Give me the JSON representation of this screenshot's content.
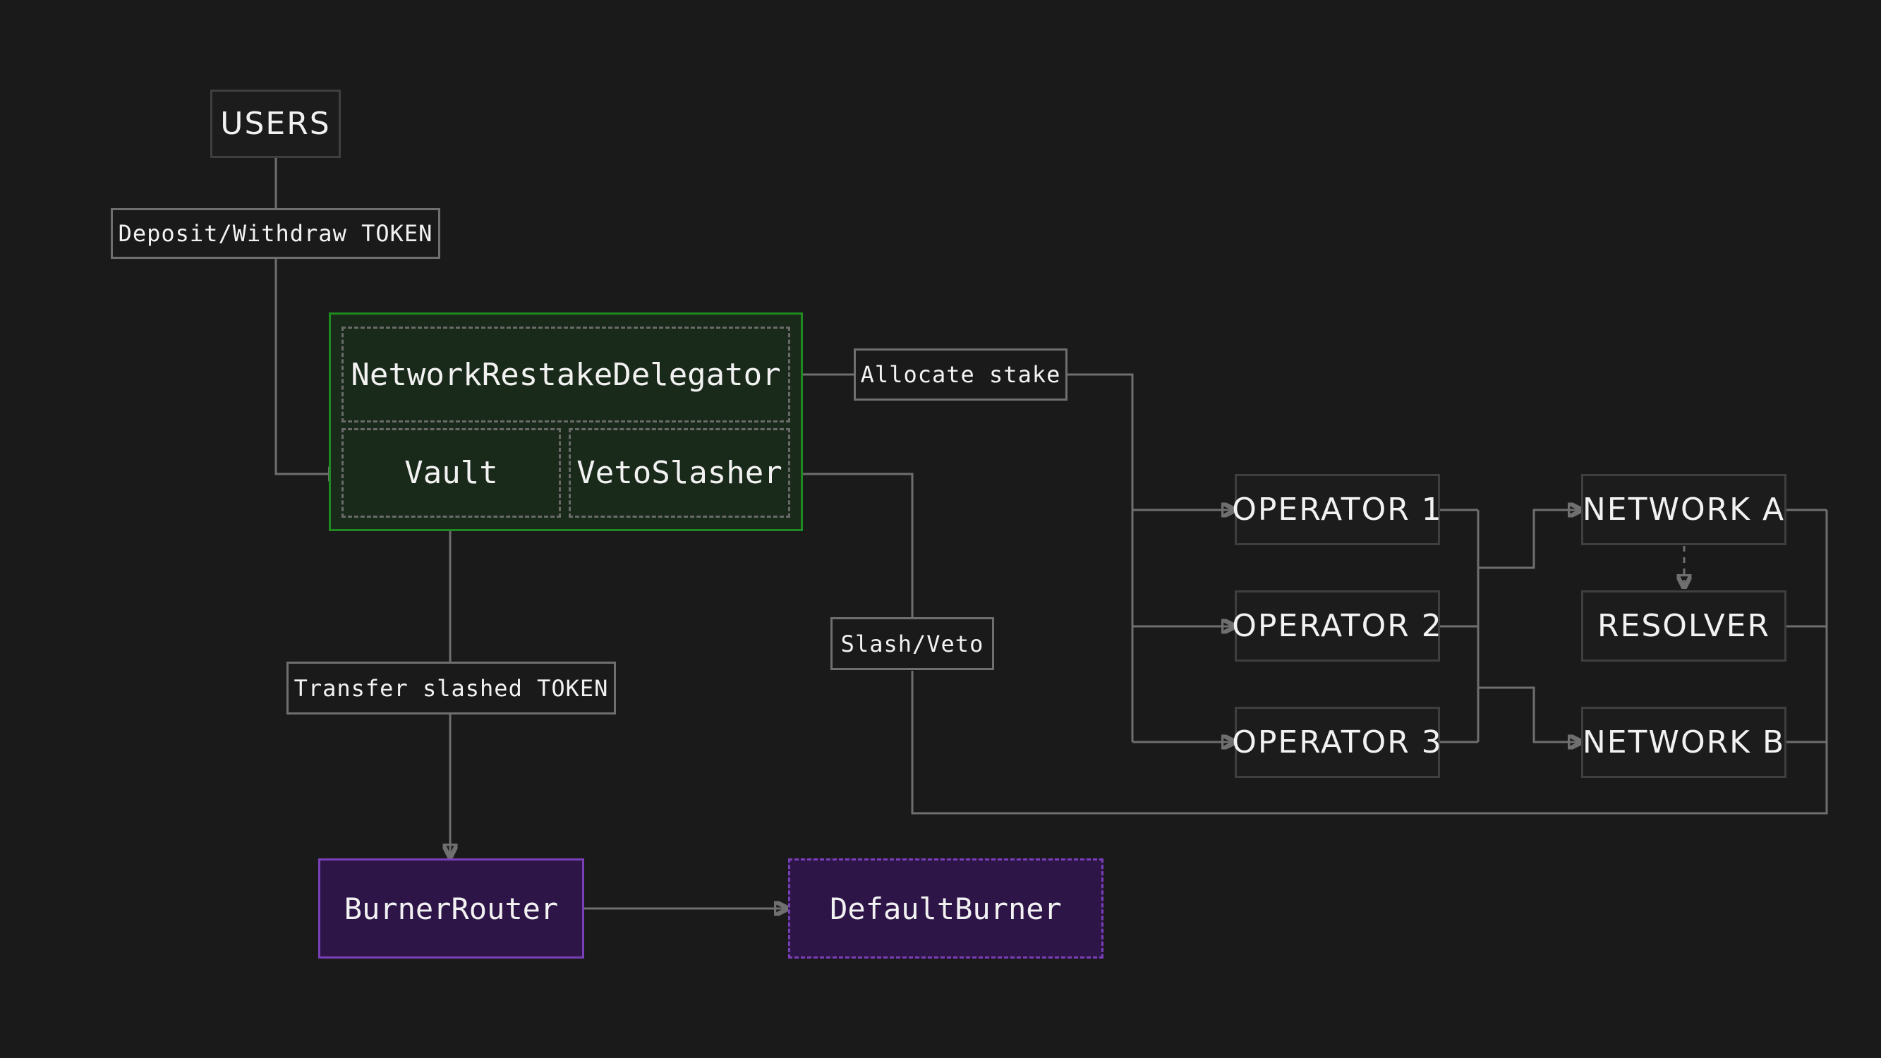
{
  "diagram": {
    "users": "USERS",
    "deposit_label": "Deposit/Withdraw TOKEN",
    "delegator": "NetworkRestakeDelegator",
    "vault": "Vault",
    "veto_slasher": "VetoSlasher",
    "allocate_label": "Allocate stake",
    "operators": [
      "OPERATOR 1",
      "OPERATOR 2",
      "OPERATOR 3"
    ],
    "network_a": "NETWORK A",
    "resolver": "RESOLVER",
    "network_b": "NETWORK B",
    "slash_label": "Slash/Veto",
    "transfer_label": "Transfer slashed TOKEN",
    "burner_router": "BurnerRouter",
    "default_burner": "DefaultBurner"
  },
  "colors": {
    "background": "#1a1a1a",
    "vault_border": "#1f8a1f",
    "burner_border": "#7a3fb8",
    "burner_fill": "#2e1547",
    "connector": "#6f6f6f"
  }
}
